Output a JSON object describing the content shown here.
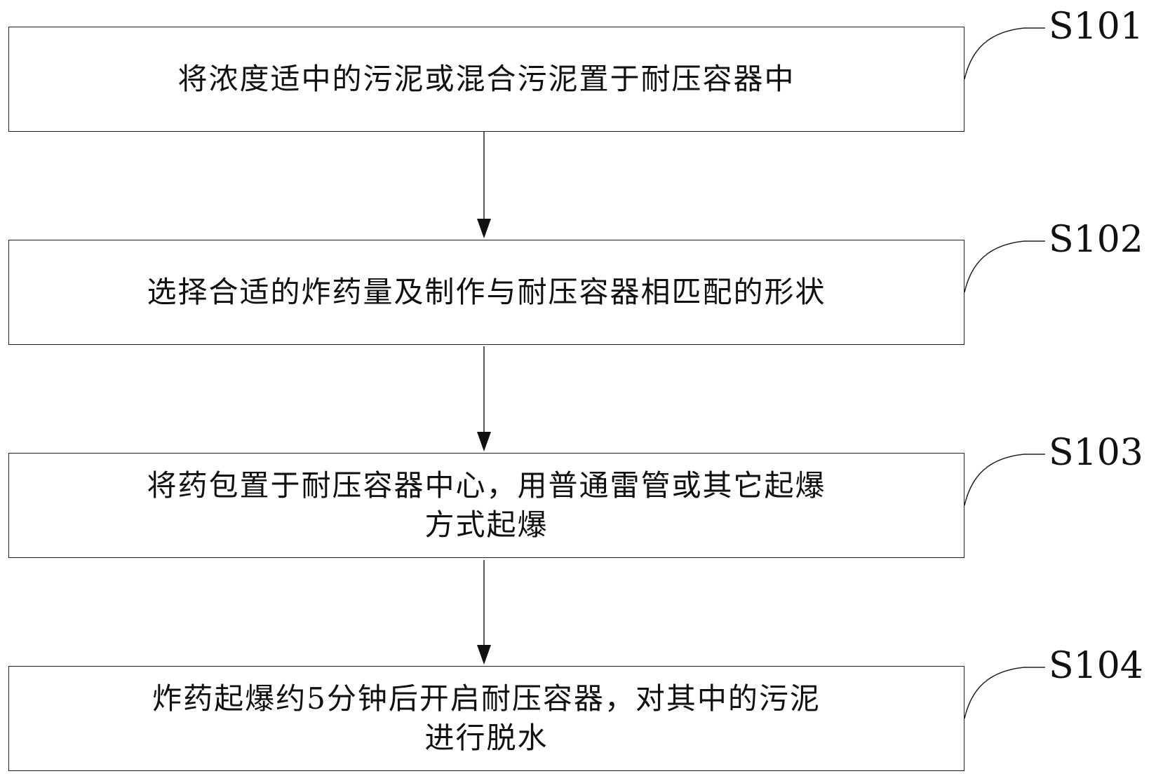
{
  "flowchart": {
    "steps": [
      {
        "label": "S101",
        "text": "将浓度适中的污泥或混合污泥置于耐压容器中"
      },
      {
        "label": "S102",
        "text": "选择合适的炸药量及制作与耐压容器相匹配的形状"
      },
      {
        "label": "S103",
        "text": "将药包置于耐压容器中心，用普通雷管或其它起爆\n方式起爆"
      },
      {
        "label": "S104",
        "text": "炸药起爆约5分钟后开启耐压容器，对其中的污泥\n进行脱水"
      }
    ]
  },
  "colors": {
    "line": "#222222",
    "background": "#ffffff",
    "text": "#111111"
  }
}
